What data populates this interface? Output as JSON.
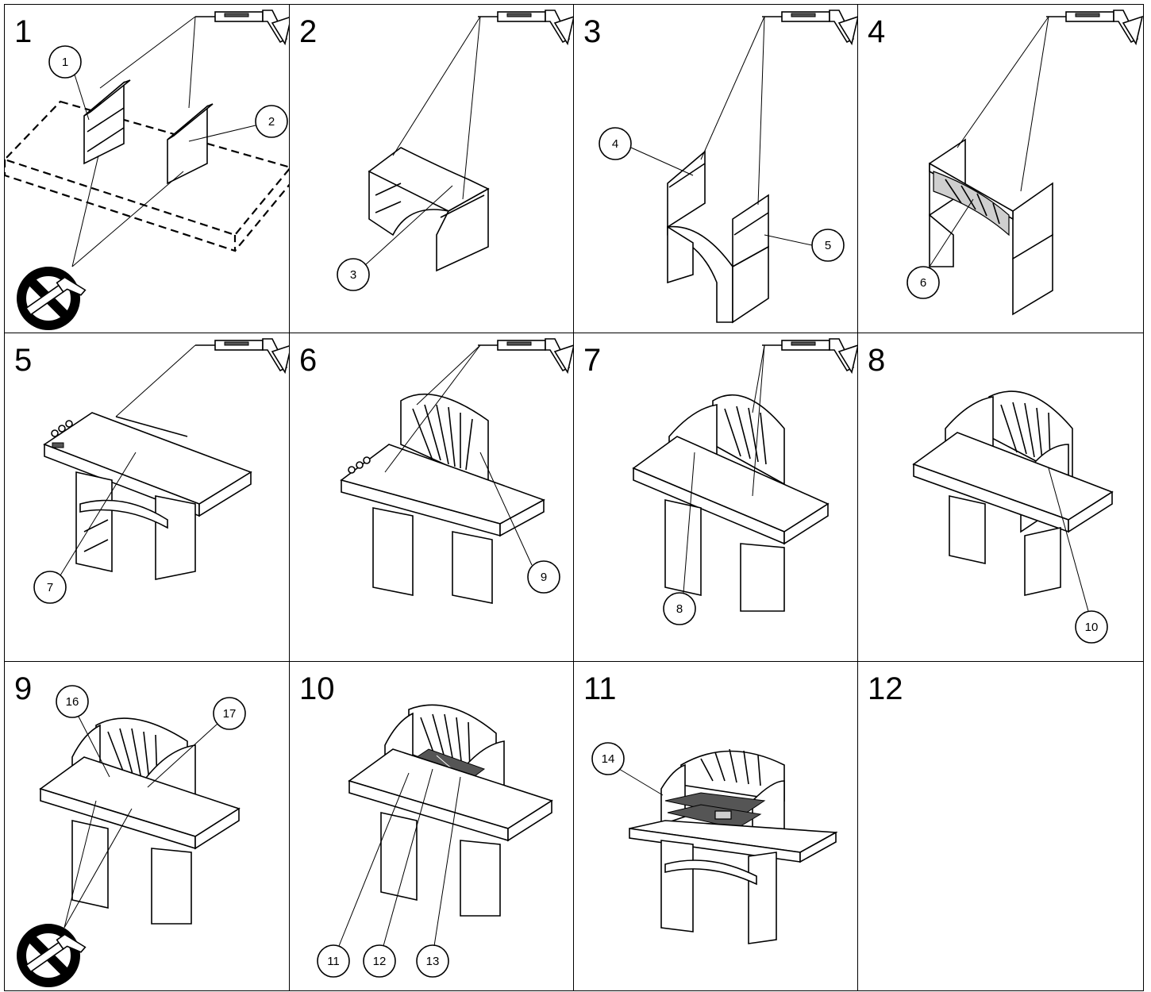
{
  "steps": [
    {
      "label": "1",
      "callouts": [
        "1",
        "2"
      ],
      "glue": true,
      "no_glue": true
    },
    {
      "label": "2",
      "callouts": [
        "3"
      ],
      "glue": true,
      "no_glue": false
    },
    {
      "label": "3",
      "callouts": [
        "4",
        "5"
      ],
      "glue": true,
      "no_glue": false
    },
    {
      "label": "4",
      "callouts": [
        "6"
      ],
      "glue": true,
      "no_glue": false
    },
    {
      "label": "5",
      "callouts": [
        "7"
      ],
      "glue": true,
      "no_glue": false
    },
    {
      "label": "6",
      "callouts": [
        "9"
      ],
      "glue": true,
      "no_glue": false
    },
    {
      "label": "7",
      "callouts": [
        "8"
      ],
      "glue": true,
      "no_glue": false
    },
    {
      "label": "8",
      "callouts": [
        "10"
      ],
      "glue": false,
      "no_glue": false
    },
    {
      "label": "9",
      "callouts": [
        "16",
        "17"
      ],
      "glue": false,
      "no_glue": true
    },
    {
      "label": "10",
      "callouts": [
        "11",
        "12",
        "13"
      ],
      "glue": false,
      "no_glue": false
    },
    {
      "label": "11",
      "callouts": [
        "14"
      ],
      "glue": false,
      "no_glue": false
    },
    {
      "label": "12",
      "callouts": [],
      "glue": false,
      "no_glue": false
    }
  ],
  "icons": {
    "glue": "caulking-gun-icon",
    "no_glue": "no-caulking-gun-icon"
  }
}
